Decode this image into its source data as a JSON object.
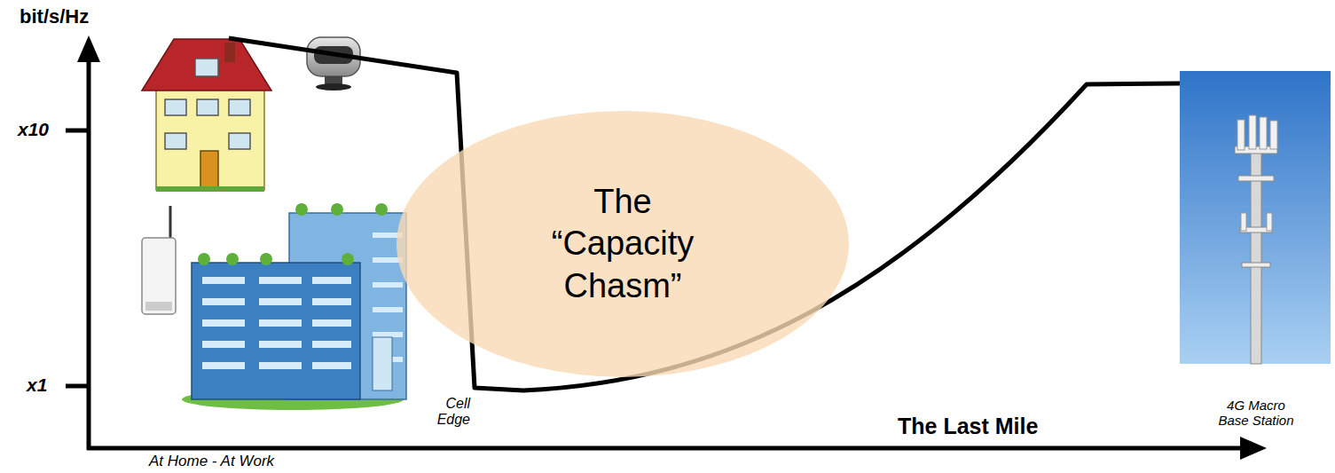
{
  "diagram": {
    "nodes": [
      {
        "text": [
          "The “Capacity Chasm”"
        ]
      }
    ],
    "labels": [
      "bit/s/Hz",
      "x10",
      "x1",
      "At Home - At Work",
      "Cell Edge",
      "The Last Mile",
      "4G Macro Base Station"
    ]
  }
}
